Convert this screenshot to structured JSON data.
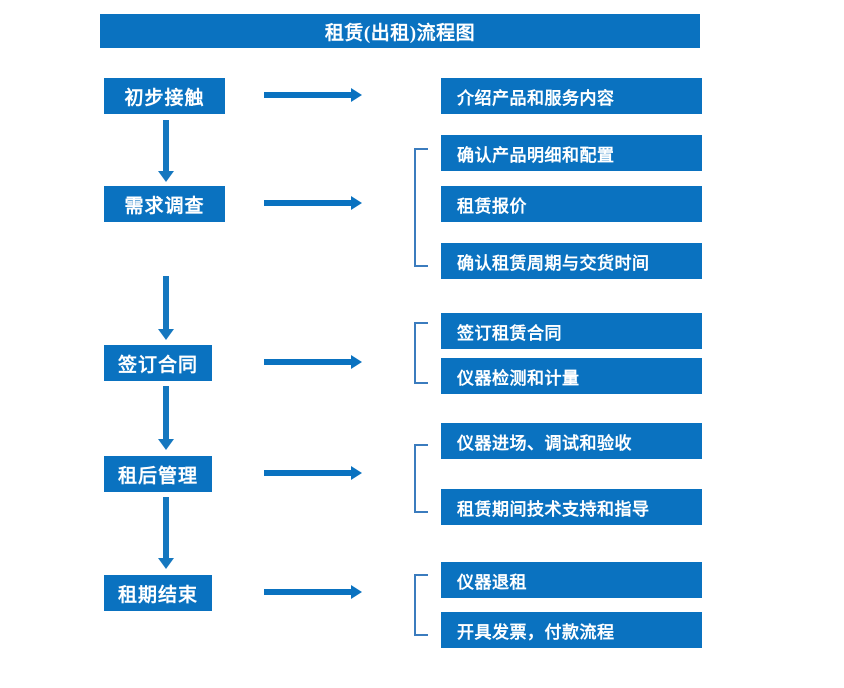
{
  "diagram": {
    "title": "租赁(出租)流程图",
    "accent_color": "#0A72C0",
    "bracket_color": "#3B7CBE",
    "arrow_color": "#1577BF",
    "text_color": "#FFFFFF",
    "background_color": "#FFFFFF"
  },
  "stages": [
    {
      "id": "stage-1",
      "label": "初步接触"
    },
    {
      "id": "stage-2",
      "label": "需求调查"
    },
    {
      "id": "stage-3",
      "label": "签订合同"
    },
    {
      "id": "stage-4",
      "label": "租后管理"
    },
    {
      "id": "stage-5",
      "label": "租期结束"
    }
  ],
  "details": [
    {
      "group": 1,
      "label": "介绍产品和服务内容"
    },
    {
      "group": 2,
      "label": "确认产品明细和配置"
    },
    {
      "group": 2,
      "label": "租赁报价"
    },
    {
      "group": 2,
      "label": "确认租赁周期与交货时间"
    },
    {
      "group": 3,
      "label": "签订租赁合同"
    },
    {
      "group": 3,
      "label": "仪器检测和计量"
    },
    {
      "group": 4,
      "label": "仪器进场、调试和验收"
    },
    {
      "group": 4,
      "label": "租赁期间技术支持和指导"
    },
    {
      "group": 5,
      "label": "仪器退租"
    },
    {
      "group": 5,
      "label": "开具发票，付款流程"
    }
  ],
  "connectors": {
    "horizontal_arrow_count": 5,
    "vertical_arrow_count": 4,
    "bracket_count": 4
  }
}
